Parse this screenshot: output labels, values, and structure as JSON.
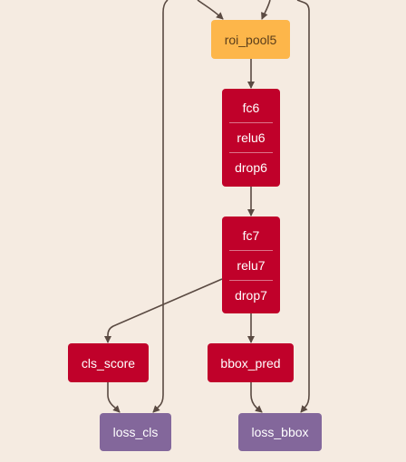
{
  "nodes": {
    "roi_pool5": "roi_pool5",
    "fc6_group": [
      "fc6",
      "relu6",
      "drop6"
    ],
    "fc7_group": [
      "fc7",
      "relu7",
      "drop7"
    ],
    "cls_score": "cls_score",
    "bbox_pred": "bbox_pred",
    "loss_cls": "loss_cls",
    "loss_bbox": "loss_bbox"
  },
  "colors": {
    "background": "#f5ebe1",
    "data_node": "#fdb64a",
    "layer_node": "#c0012a",
    "loss_node": "#83679b",
    "edge": "#5a4a42"
  }
}
